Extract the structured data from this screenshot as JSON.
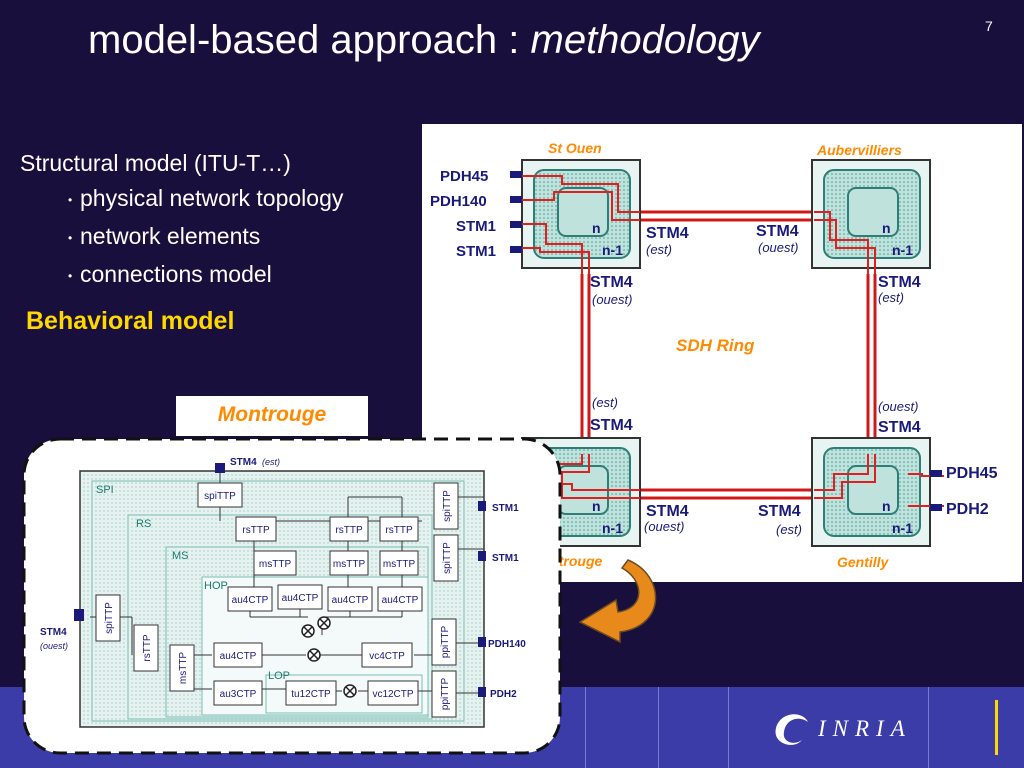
{
  "title": {
    "main": "model-based approach : ",
    "italic": "methodology"
  },
  "slide_number": "7",
  "structural": {
    "heading": "Structural model (ITU-T…)",
    "items": [
      "physical network topology",
      "network elements",
      "connections model"
    ]
  },
  "behavioral_label": "Behavioral model",
  "montrouge_label": "Montrouge",
  "network": {
    "sites": {
      "st_ouen": "St Ouen",
      "aubervilliers": "Aubervilliers",
      "montrouge": "Montrouge",
      "gentilly": "Gentilly"
    },
    "ring_label": "SDH Ring",
    "tributaries_left": [
      "PDH45",
      "PDH140",
      "STM1",
      "STM1"
    ],
    "tributaries_right": [
      "PDH45",
      "PDH2"
    ],
    "port_stm4": "STM4",
    "dir_est": "(est)",
    "dir_ouest": "(ouest)",
    "node_n": "n",
    "node_n1": "n-1"
  },
  "detail": {
    "top_port": "STM4",
    "top_port_dir": "est",
    "layers": {
      "spi": "SPI",
      "rs": "RS",
      "ms": "MS",
      "hop": "HOP",
      "lop": "LOP"
    },
    "blocks": {
      "spiTTP": "spiTTP",
      "rsTTP": "rsTTP",
      "msTTP": "msTTP",
      "au4CTP": "au4CTP",
      "vc4CTP": "vc4CTP",
      "au3CTP": "au3CTP",
      "tu12CTP": "tu12CTP",
      "vc12CTP": "vc12CTP",
      "ppiTTP": "ppiTTP"
    },
    "ports_right": [
      "STM1",
      "STM1",
      "PDH140",
      "PDH2"
    ],
    "left_port": "STM4",
    "left_port_dir": "ouest"
  },
  "logo_text": "INRIA",
  "colors": {
    "background": "#190f3c",
    "accent_yellow": "#ffd800",
    "accent_orange": "#ff8a00",
    "ring_red": "#e02020",
    "node_teal": "#2e7d76",
    "text_navy": "#1a1a7a",
    "bar_blue": "#3c3ca8"
  }
}
